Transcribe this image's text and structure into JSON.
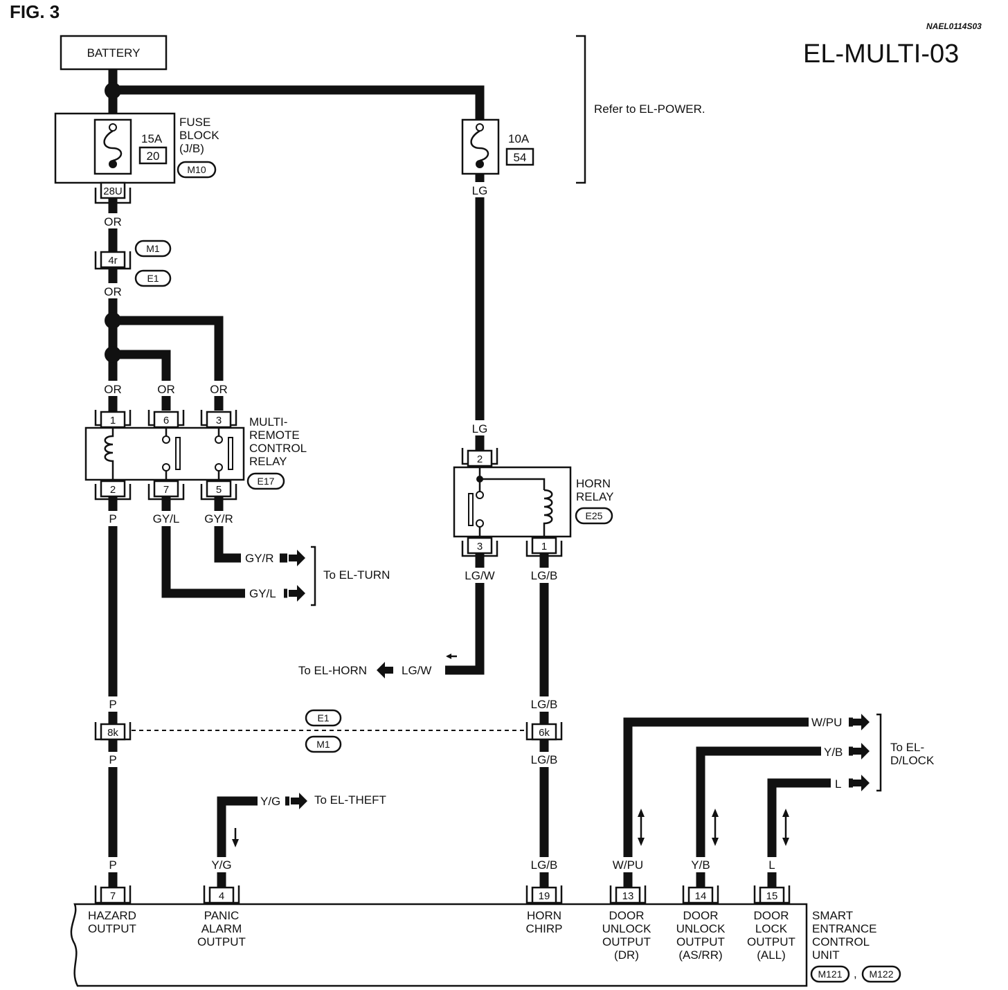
{
  "header": {
    "fig": "FIG. 3",
    "code": "NAEL0114S03",
    "title": "EL-MULTI-03"
  },
  "refer_power": "Refer to EL-POWER.",
  "battery": "BATTERY",
  "fuse_block": {
    "name_lines": [
      "FUSE",
      "BLOCK",
      "(J/B)"
    ],
    "fuse_amp": "15A",
    "fuse_num": "20",
    "connector": "M10",
    "terminal": "28U"
  },
  "fuse_10a": {
    "amp": "10A",
    "num": "54"
  },
  "junction_m1_e1": {
    "pin": "4r",
    "upper": "M1",
    "lower": "E1"
  },
  "multi_remote_relay": {
    "name_lines": [
      "MULTI-",
      "REMOTE",
      "CONTROL",
      "RELAY"
    ],
    "connector": "E17",
    "top_pins": [
      "1",
      "6",
      "3"
    ],
    "bottom_pins": [
      "2",
      "7",
      "5"
    ]
  },
  "horn_relay": {
    "name_lines": [
      "HORN",
      "RELAY"
    ],
    "connector": "E25",
    "top_pin": "2",
    "bottom_pins": [
      "3",
      "1"
    ]
  },
  "inline_connector": {
    "left_pin": "8k",
    "right_pin": "6k",
    "upper": "E1",
    "lower": "M1"
  },
  "wire_colors": {
    "or": "OR",
    "lg": "LG",
    "p": "P",
    "gyl": "GY/L",
    "gyr": "GY/R",
    "lgw": "LG/W",
    "lgb": "LG/B",
    "yg": "Y/G",
    "wpu": "W/PU",
    "yb": "Y/B",
    "l": "L"
  },
  "refs": {
    "turn": "To EL-TURN",
    "horn": "To EL-HORN",
    "theft": "To EL-THEFT",
    "dlock_lines": [
      "To EL-",
      "D/LOCK"
    ]
  },
  "smart_entrance_unit": {
    "name_lines": [
      "SMART",
      "ENTRANCE",
      "CONTROL",
      "UNIT"
    ],
    "connectors": [
      "M121",
      "M122"
    ],
    "separator": ",",
    "terminals": [
      {
        "pin": "7",
        "lines": [
          "HAZARD",
          "OUTPUT"
        ]
      },
      {
        "pin": "4",
        "lines": [
          "PANIC",
          "ALARM",
          "OUTPUT"
        ]
      },
      {
        "pin": "19",
        "lines": [
          "HORN",
          "CHIRP"
        ]
      },
      {
        "pin": "13",
        "lines": [
          "DOOR",
          "UNLOCK",
          "OUTPUT",
          "(DR)"
        ]
      },
      {
        "pin": "14",
        "lines": [
          "DOOR",
          "UNLOCK",
          "OUTPUT",
          "(AS/RR)"
        ]
      },
      {
        "pin": "15",
        "lines": [
          "DOOR",
          "LOCK",
          "OUTPUT",
          "(ALL)"
        ]
      }
    ]
  }
}
